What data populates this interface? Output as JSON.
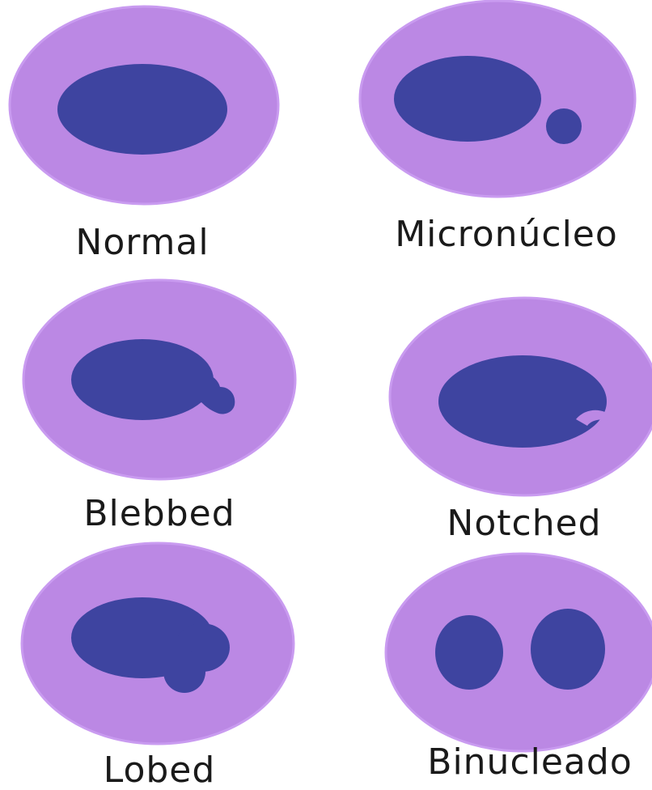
{
  "colors": {
    "cytoplasm": "#bb88e4",
    "cytoplasm_edge": "#c99bf0",
    "nucleus": "#3e44a0",
    "background": "#ffffff"
  },
  "cells": [
    {
      "label": "Normal",
      "nucleus_shape": "oval"
    },
    {
      "label": "Micronúcleo",
      "nucleus_shape": "oval-with-micronucleus"
    },
    {
      "label": "Blebbed",
      "nucleus_shape": "oval-with-bleb"
    },
    {
      "label": "Notched",
      "nucleus_shape": "oval-with-notch"
    },
    {
      "label": "Lobed",
      "nucleus_shape": "oval-with-lobe"
    },
    {
      "label": "Binucleado",
      "nucleus_shape": "two-nuclei"
    }
  ]
}
